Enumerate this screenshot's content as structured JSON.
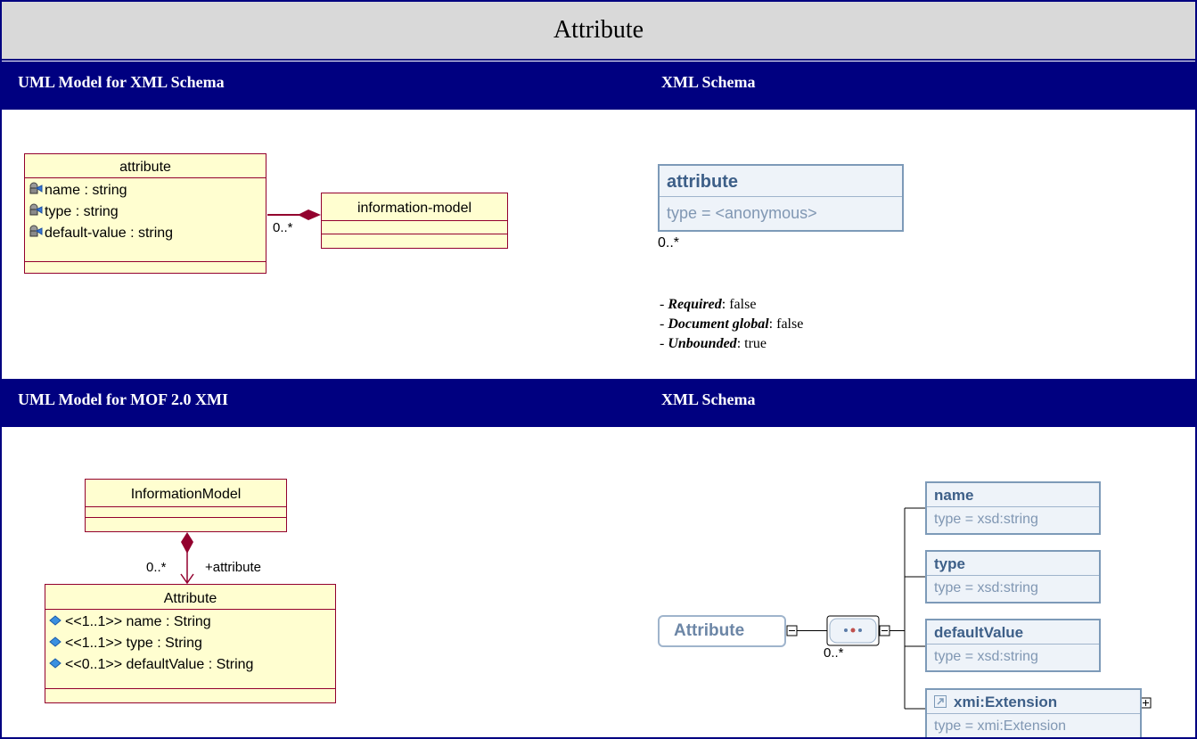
{
  "title": "Attribute",
  "sections": {
    "top_left_header": "UML Model for XML Schema",
    "top_right_header": "XML Schema",
    "bottom_left_header": "UML Model for MOF 2.0 XMI",
    "bottom_right_header": "XML Schema"
  },
  "uml_xml": {
    "class_name": "attribute",
    "attributes": [
      "name : string",
      "type : string",
      "default-value : string"
    ],
    "target_class": "information-model",
    "multiplicity": "0..*"
  },
  "xsd_top": {
    "element_name": "attribute",
    "element_type": "type = <anonymous>",
    "multiplicity": "0..*",
    "properties": [
      {
        "dash": "- ",
        "name": "Required",
        "value": ": false"
      },
      {
        "dash": "- ",
        "name": "Document global",
        "value": ": false"
      },
      {
        "dash": "- ",
        "name": "Unbounded",
        "value": ": true"
      }
    ]
  },
  "uml_mof": {
    "owner_class": "InformationModel",
    "class_name": "Attribute",
    "multiplicity": "0..*",
    "role": "+attribute",
    "attributes": [
      "<<1..1>> name : String",
      "<<1..1>> type : String",
      "<<0..1>> defaultValue : String"
    ]
  },
  "xsd_bottom": {
    "root": "Attribute",
    "sequence_multiplicity": "0..*",
    "children": [
      {
        "name": "name",
        "type": "type = xsd:string"
      },
      {
        "name": "type",
        "type": "type = xsd:string"
      },
      {
        "name": "defaultValue",
        "type": "type = xsd:string"
      },
      {
        "name": "xmi:Extension",
        "type": "type = xmi:Extension"
      }
    ]
  }
}
